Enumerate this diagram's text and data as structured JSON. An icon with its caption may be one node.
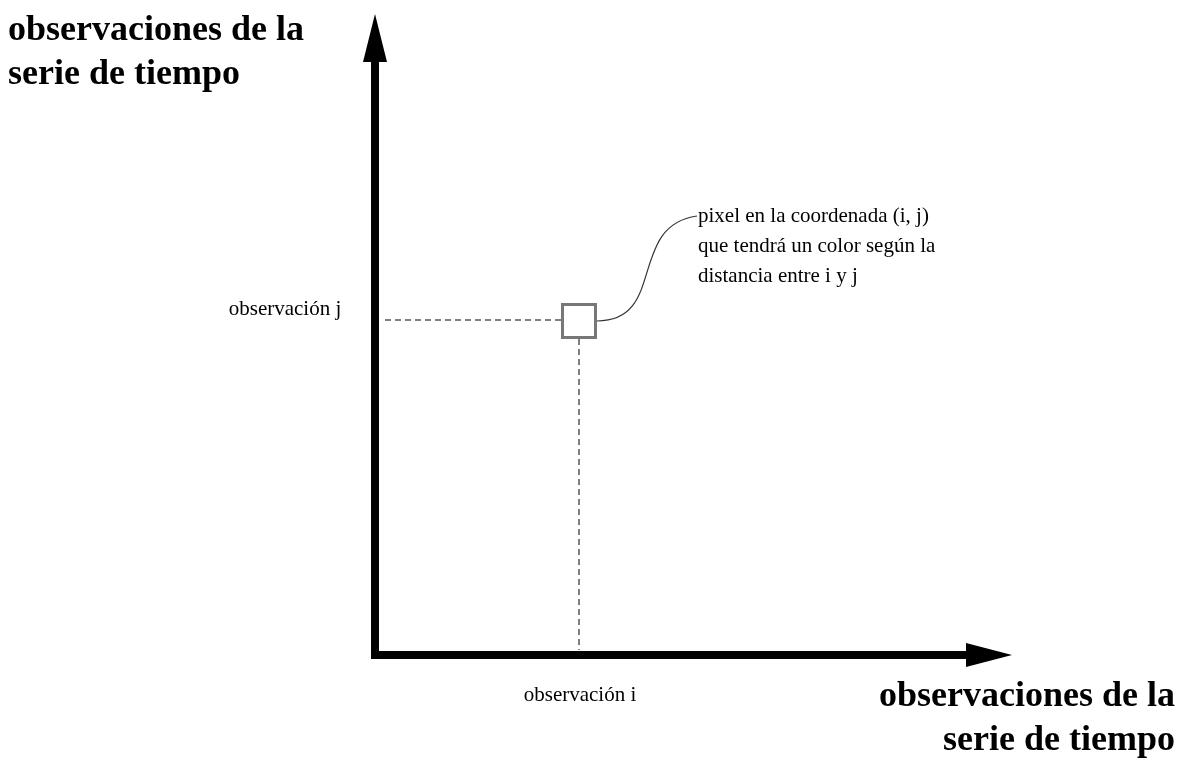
{
  "diagram": {
    "nodes": [
      {
        "text": [
          "pixel en la coordenada (i, j) que tendrá un color según la distancia entre i y j"
        ]
      },
      {
        "text": [],
        "shape": "box"
      }
    ],
    "edges": [
      {
        "from": 0,
        "to": 1,
        "arrow": "none"
      }
    ],
    "labels": [
      "observaciones de la serie de tiempo",
      "observación j",
      "observación i",
      "observaciones de la serie de tiempo"
    ]
  }
}
